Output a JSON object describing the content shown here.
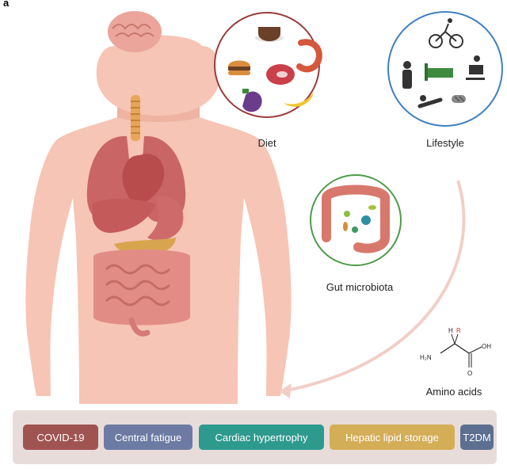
{
  "panel_letter": "a",
  "labels": {
    "diet": "Diet",
    "lifestyle": "Lifestyle",
    "gut_microbiota": "Gut microbiota",
    "amino_acids": "Amino acids"
  },
  "molecule": {
    "atoms": [
      "H",
      "R",
      "H₂N",
      "OH",
      "O"
    ]
  },
  "conditions": [
    {
      "label": "COVID-19",
      "color": "#a05452"
    },
    {
      "label": "Central fatigue",
      "color": "#6d7aa3"
    },
    {
      "label": "Cardiac hypertrophy",
      "color": "#2e9a8e"
    },
    {
      "label": "Hepatic lipid storage",
      "color": "#d4ad57"
    },
    {
      "label": "T2DM",
      "color": "#5d6f91"
    }
  ],
  "icons": {
    "diet": [
      "coffee-cup-icon",
      "shrimp-icon",
      "burger-icon",
      "meat-icon",
      "eggplant-icon",
      "banana-icon"
    ],
    "lifestyle": [
      "cyclist-icon",
      "smoker-icon",
      "sleeping-icon",
      "desk-worker-icon",
      "reclining-person-icon",
      "pill-icon"
    ],
    "gut": [
      "colon-icon",
      "bacteria-icon"
    ]
  },
  "colors": {
    "skin": "#f6c5b5",
    "diet_circle": "#9b3b3b",
    "lifestyle_circle": "#3d7fc0",
    "gut_circle": "#4e9a4a",
    "arrow": "#f1cfc6",
    "band": "#e8dcda"
  }
}
